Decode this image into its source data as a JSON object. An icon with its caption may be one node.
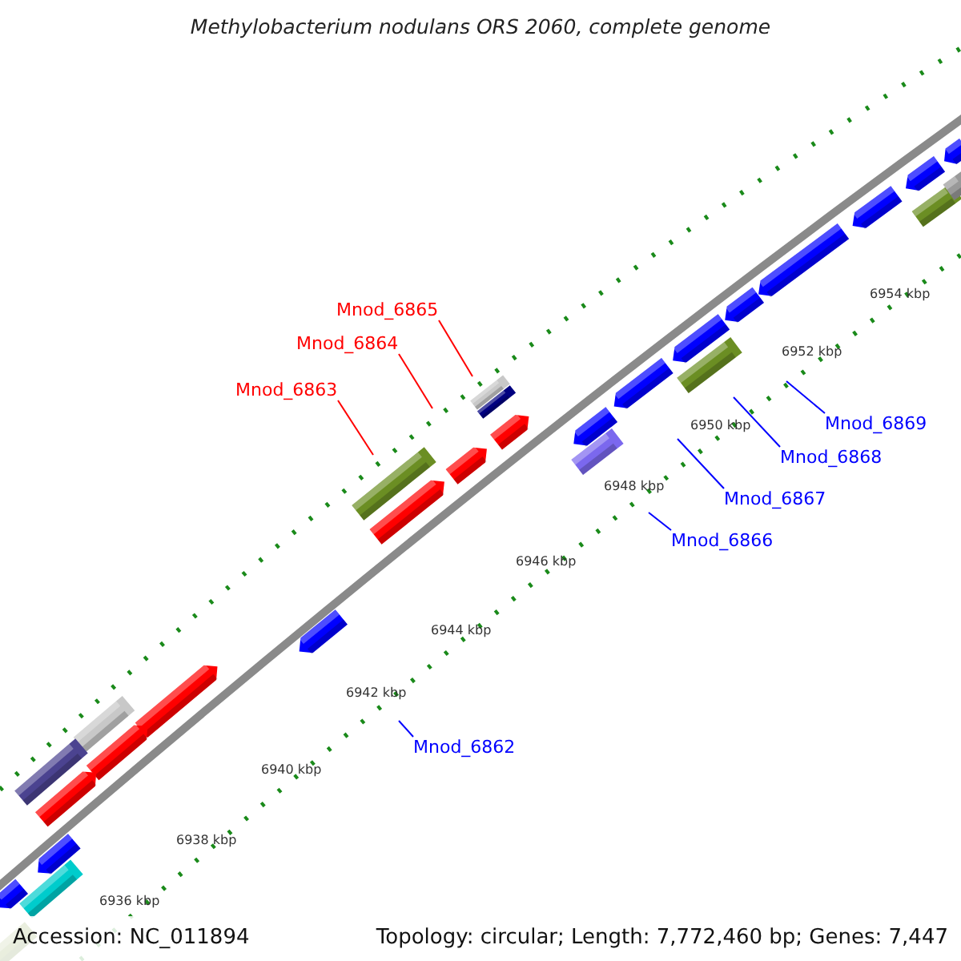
{
  "diagram": {
    "title": "Methylobacterium nodulans ORS 2060, complete genome",
    "nodes": [
      {
        "text": [
          "Mnod_6865"
        ]
      },
      {
        "text": [
          "Mnod_6864"
        ]
      },
      {
        "text": [
          "Mnod_6863"
        ]
      },
      {
        "text": [
          "Mnod_6869"
        ]
      },
      {
        "text": [
          "Mnod_6868"
        ]
      },
      {
        "text": [
          "Mnod_6867"
        ]
      },
      {
        "text": [
          "Mnod_6866"
        ]
      },
      {
        "text": [
          "Mnod_6862"
        ]
      }
    ],
    "edges": [
      {
        "from": 0,
        "to": null,
        "arrow": "none",
        "color": "#ff0000"
      },
      {
        "from": 1,
        "to": null,
        "arrow": "none",
        "color": "#ff0000"
      },
      {
        "from": 2,
        "to": null,
        "arrow": "none",
        "color": "#ff0000"
      },
      {
        "from": 3,
        "to": null,
        "arrow": "none",
        "color": "#0000ff"
      },
      {
        "from": 4,
        "to": null,
        "arrow": "none",
        "color": "#0000ff"
      },
      {
        "from": 5,
        "to": null,
        "arrow": "none",
        "color": "#0000ff"
      },
      {
        "from": 6,
        "to": null,
        "arrow": "none",
        "color": "#0000ff"
      },
      {
        "from": 7,
        "to": null,
        "arrow": "none",
        "color": "#0000ff"
      }
    ],
    "labels": [
      "6954 kbp",
      "6952 kbp",
      "6950 kbp",
      "6948 kbp",
      "6946 kbp",
      "6944 kbp",
      "6942 kbp",
      "6940 kbp",
      "6938 kbp",
      "6936 kbp",
      "Accession: NC_011894",
      "Topology: circular; Length: 7,772,460 bp; Genes: 7,447"
    ]
  }
}
